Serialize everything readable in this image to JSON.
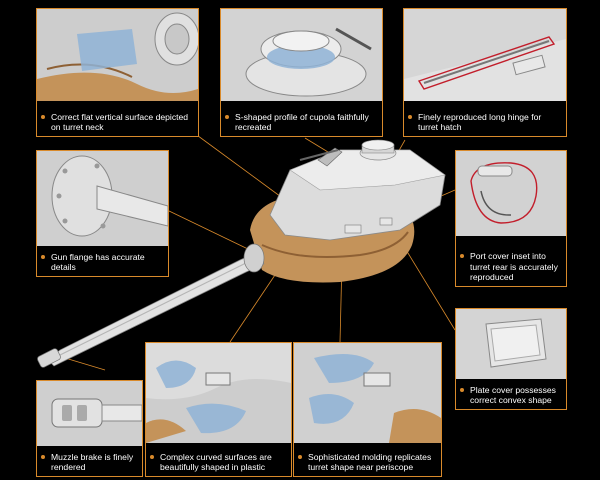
{
  "accent_color": "#d98a2b",
  "highlight_color": "#8fb3d6",
  "callouts": [
    {
      "id": "turret-neck",
      "caption": "Correct flat vertical surface depicted on turret neck"
    },
    {
      "id": "cupola",
      "caption": "S-shaped profile of cupola faithfully recreated"
    },
    {
      "id": "hinge",
      "caption": "Finely reproduced long hinge for turret hatch"
    },
    {
      "id": "gun-flange",
      "caption": "Gun flange has accurate details"
    },
    {
      "id": "port-cover",
      "caption": "Port cover inset into turret rear is accurately reproduced"
    },
    {
      "id": "plate-cover",
      "caption": "Plate cover possesses correct convex shape"
    },
    {
      "id": "muzzle-brake",
      "caption": "Muzzle brake is finely rendered"
    },
    {
      "id": "curved-surfaces",
      "caption": "Complex curved surfaces are beautifully shaped in plastic"
    },
    {
      "id": "periscope-molding",
      "caption": "Sophisticated molding replicates turret shape near periscope"
    }
  ]
}
